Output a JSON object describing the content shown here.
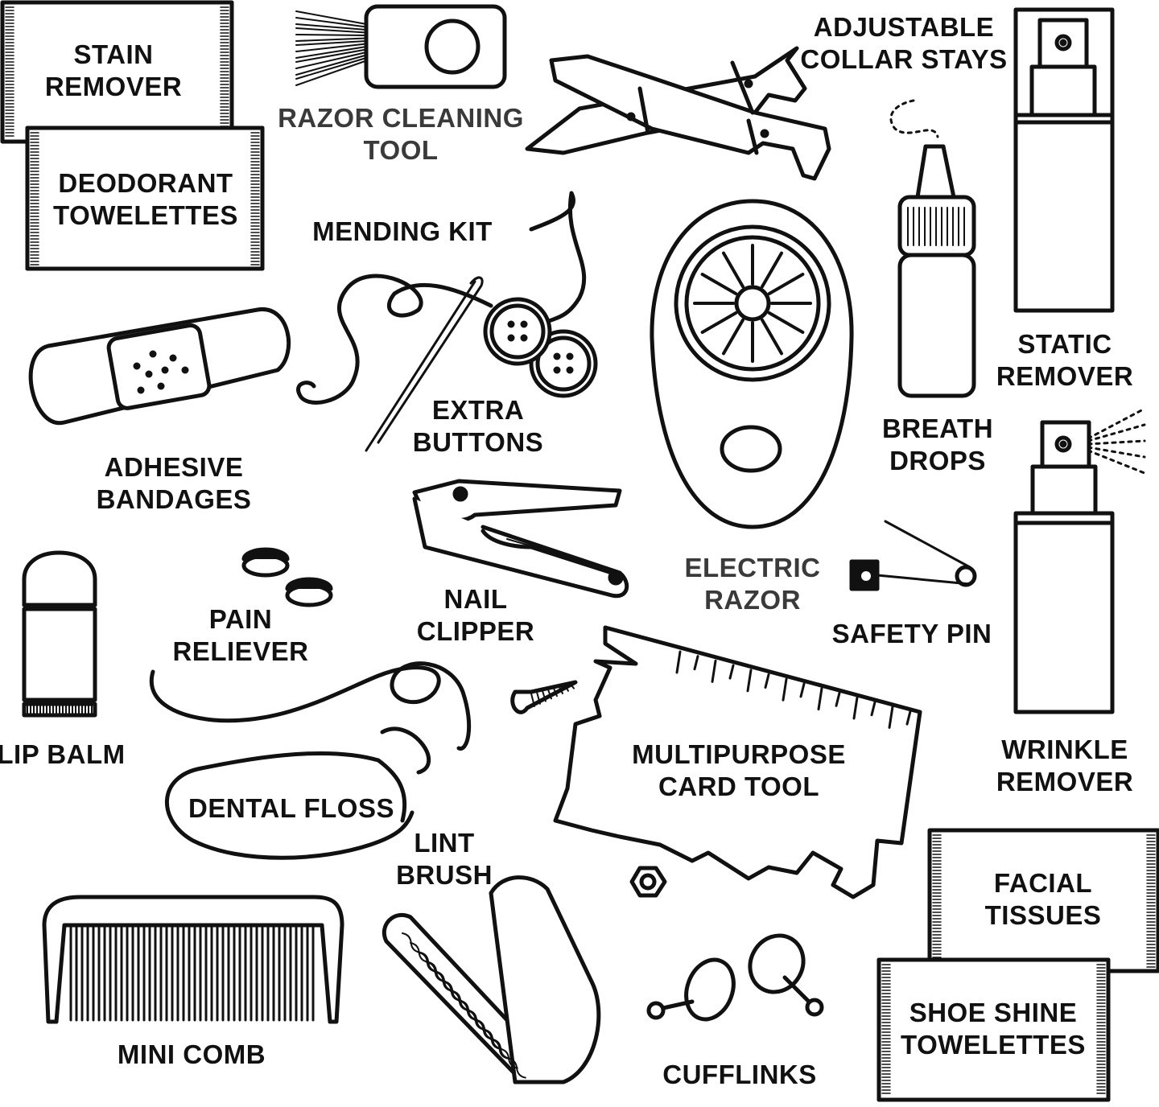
{
  "colors": {
    "ink": "#111111",
    "label": "#111111",
    "label_soft": "#3a3a3a",
    "paper": "#ffffff"
  },
  "items": {
    "stain_remover": {
      "icon": "towelette-packet-icon",
      "lines": [
        "STAIN",
        "REMOVER"
      ]
    },
    "deodorant_towelettes": {
      "icon": "towelette-packet-icon",
      "lines": [
        "DEODORANT",
        "TOWELETTES"
      ]
    },
    "razor_cleaning_tool": {
      "icon": "razor-cleaning-brush-icon",
      "lines": [
        "RAZOR CLEANING",
        "TOOL"
      ]
    },
    "adjustable_collar_stays": {
      "icon": "collar-stays-icon",
      "lines": [
        "ADJUSTABLE",
        "COLLAR STAYS"
      ]
    },
    "static_remover": {
      "icon": "spray-bottle-icon",
      "lines": [
        "STATIC",
        "REMOVER"
      ]
    },
    "mending_kit": {
      "icon": "needle-thread-icon",
      "lines": [
        "MENDING KIT"
      ]
    },
    "extra_buttons": {
      "icon": "buttons-icon",
      "lines": [
        "EXTRA",
        "BUTTONS"
      ]
    },
    "breath_drops": {
      "icon": "dropper-bottle-icon",
      "lines": [
        "BREATH",
        "DROPS"
      ]
    },
    "adhesive_bandages": {
      "icon": "bandage-icon",
      "lines": [
        "ADHESIVE",
        "BANDAGES"
      ]
    },
    "electric_razor": {
      "icon": "electric-razor-icon",
      "lines": [
        "ELECTRIC",
        "RAZOR"
      ]
    },
    "nail_clipper": {
      "icon": "nail-clipper-icon",
      "lines": [
        "NAIL",
        "CLIPPER"
      ]
    },
    "safety_pin": {
      "icon": "safety-pin-icon",
      "lines": [
        "SAFETY PIN"
      ]
    },
    "pain_reliever": {
      "icon": "pills-icon",
      "lines": [
        "PAIN",
        "RELIEVER"
      ]
    },
    "lip_balm": {
      "icon": "lip-balm-icon",
      "lines": [
        "LIP BALM"
      ]
    },
    "wrinkle_remover": {
      "icon": "spray-bottle-icon",
      "lines": [
        "WRINKLE",
        "REMOVER"
      ]
    },
    "multipurpose_card_tool": {
      "icon": "card-tool-icon",
      "lines": [
        "MULTIPURPOSE",
        "CARD TOOL"
      ]
    },
    "dental_floss": {
      "icon": "floss-icon",
      "lines": [
        "DENTAL FLOSS"
      ]
    },
    "lint_brush": {
      "icon": "lint-brush-icon",
      "lines": [
        "LINT",
        "BRUSH"
      ]
    },
    "facial_tissues": {
      "icon": "tissue-packet-icon",
      "lines": [
        "FACIAL",
        "TISSUES"
      ]
    },
    "shoe_shine_towelettes": {
      "icon": "towelette-packet-icon",
      "lines": [
        "SHOE SHINE",
        "TOWELETTES"
      ]
    },
    "mini_comb": {
      "icon": "comb-icon",
      "lines": [
        "MINI COMB"
      ]
    },
    "cufflinks": {
      "icon": "cufflinks-icon",
      "lines": [
        "CUFFLINKS"
      ]
    }
  }
}
